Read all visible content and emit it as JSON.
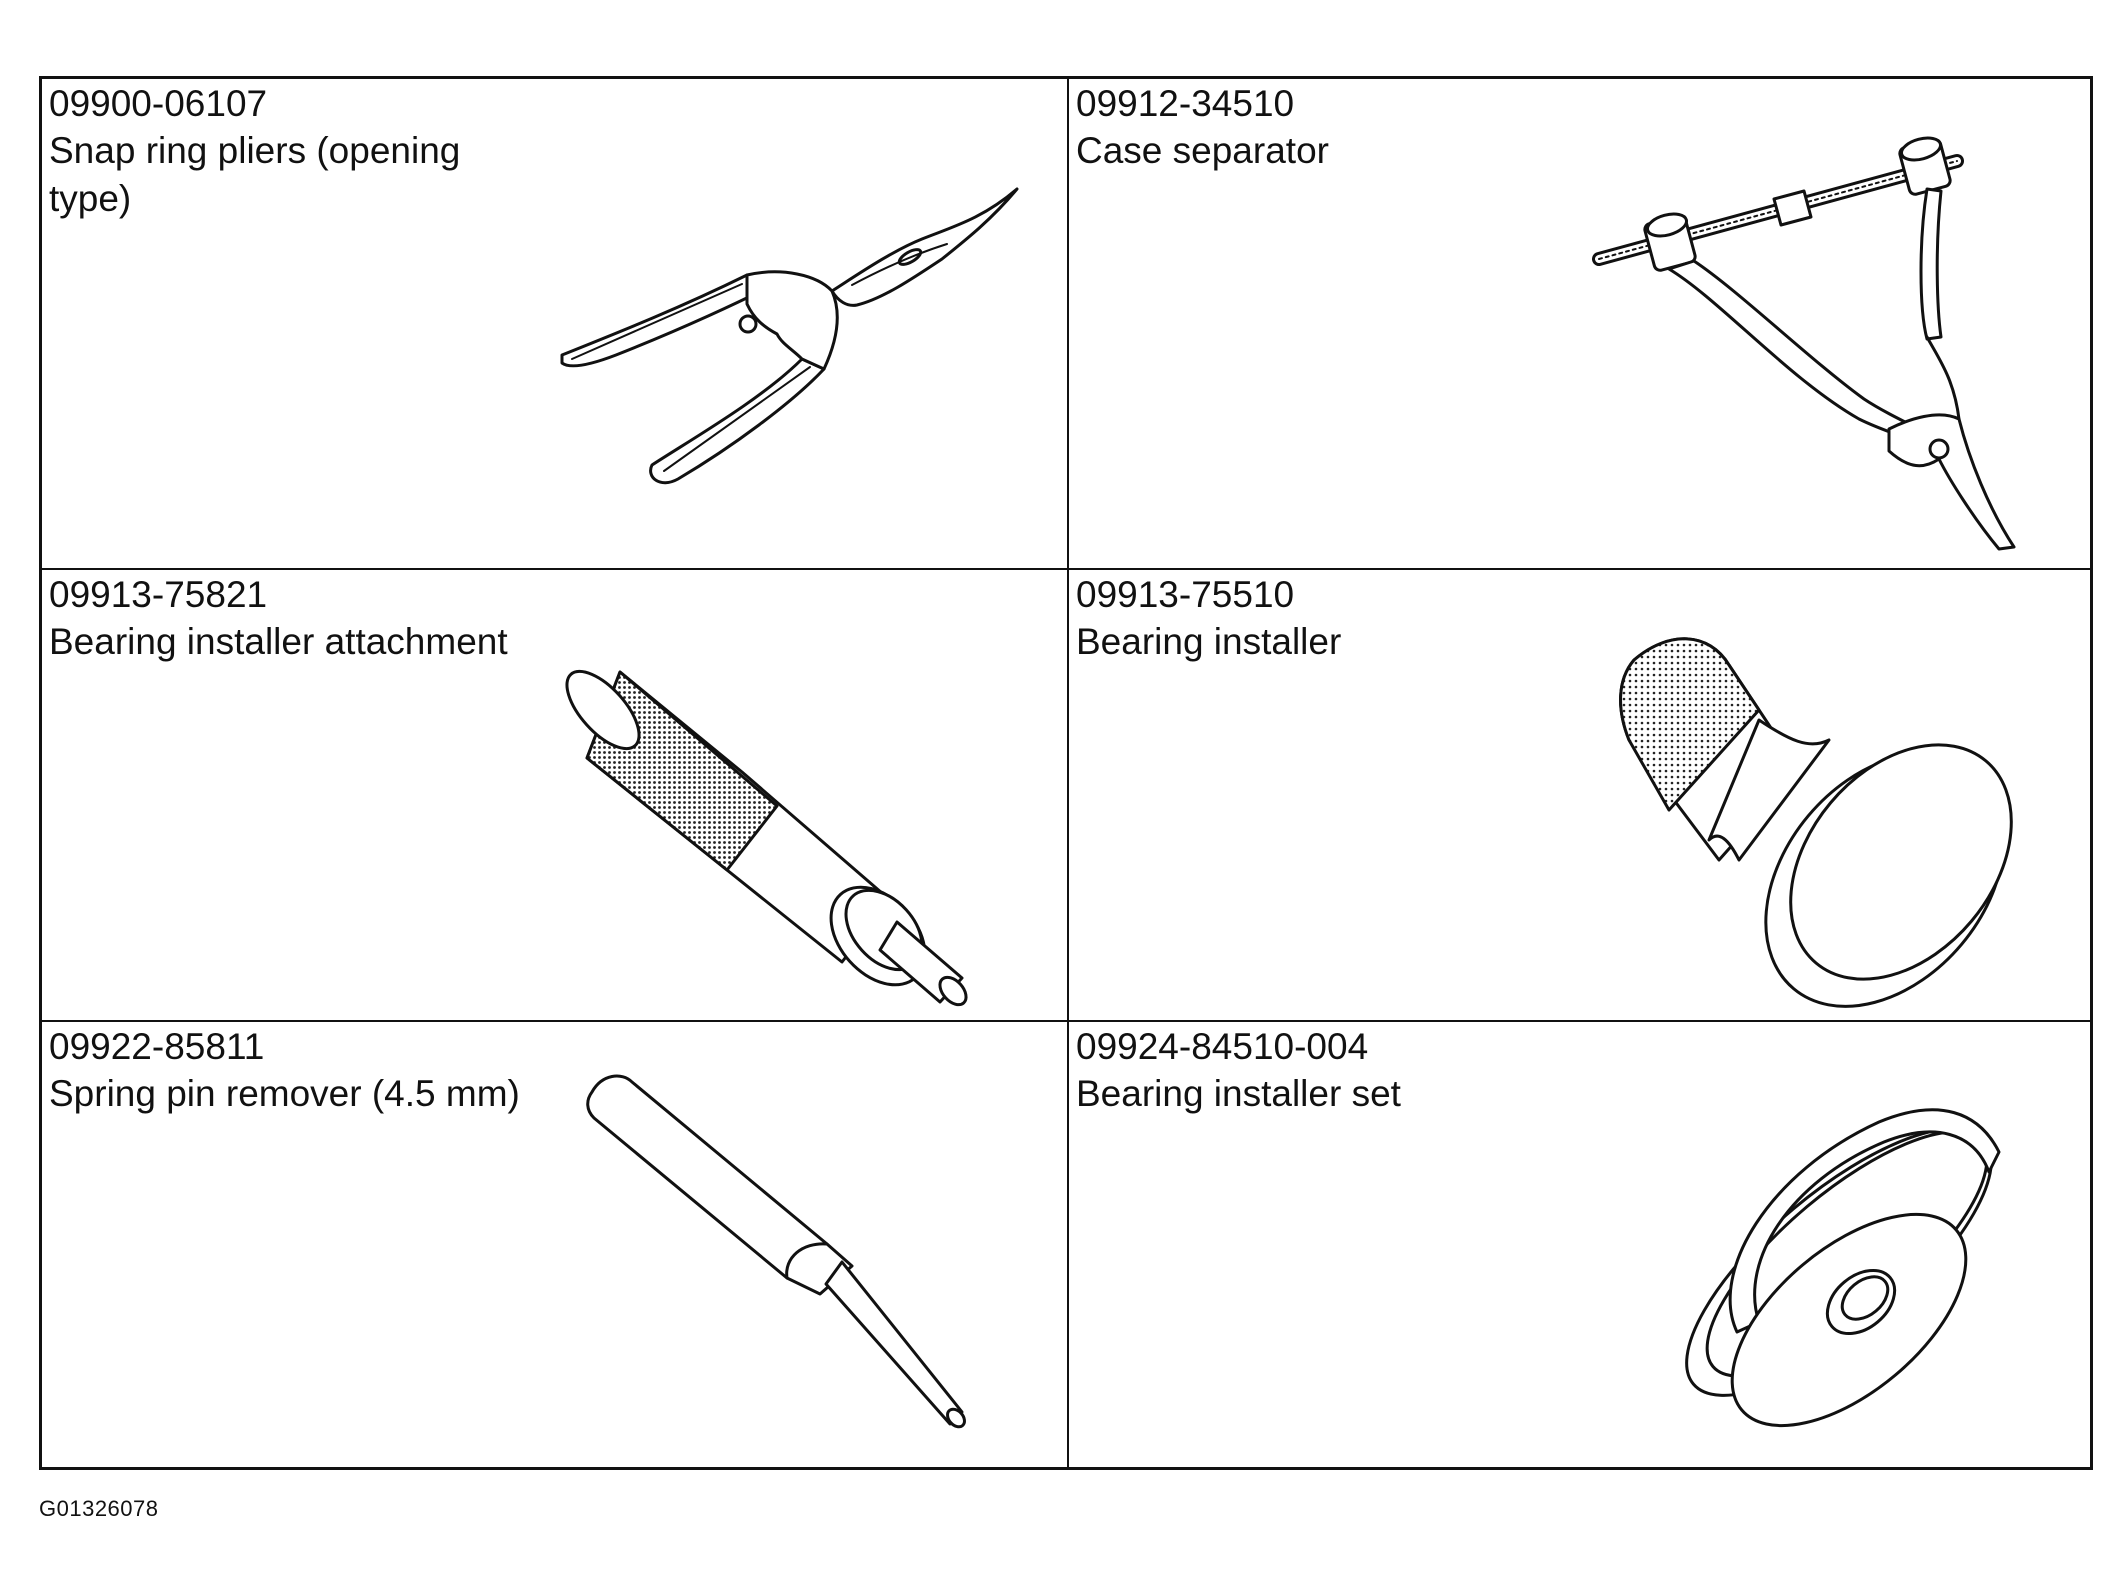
{
  "tools": [
    {
      "part_number": "09900-06107",
      "name": "Snap ring pliers (opening type)",
      "icon": "snap-ring-pliers"
    },
    {
      "part_number": "09912-34510",
      "name": "Case separator",
      "icon": "case-separator"
    },
    {
      "part_number": "09913-75821",
      "name": "Bearing installer attachment",
      "icon": "bearing-installer-attachment"
    },
    {
      "part_number": "09913-75510",
      "name": "Bearing installer",
      "icon": "bearing-installer"
    },
    {
      "part_number": "09922-85811",
      "name": "Spring pin remover (4.5 mm)",
      "icon": "spring-pin-remover"
    },
    {
      "part_number": "09924-84510-004",
      "name": "Bearing installer set",
      "icon": "bearing-installer-set"
    }
  ],
  "figure_id": "G01326078"
}
